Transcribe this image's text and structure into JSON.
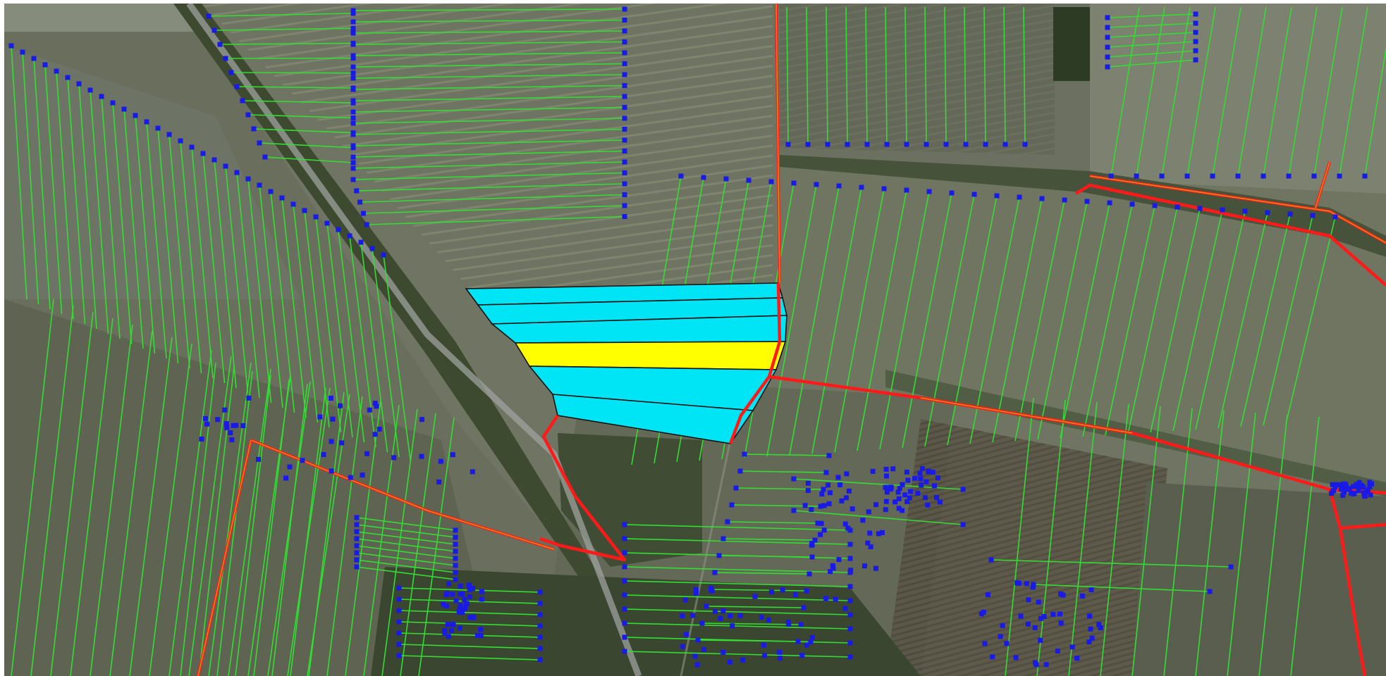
{
  "map": {
    "type": "cadastral-parcel-map",
    "basemap": "aerial-imagery",
    "colors": {
      "parcel_line": "#33dd33",
      "vertex": "#1a1ae6",
      "boundary": "#ff1a1a",
      "boundary_inner": "#d98c1a",
      "selected_parcel": "#00e5f5",
      "highlighted_parcel": "#ffff00",
      "field_light": "#7a7f6c",
      "field_dark": "#555a4a",
      "road": "#9a9c98",
      "trees": "#3e4a30"
    },
    "layers": [
      "imagery",
      "parcels",
      "vertices",
      "boundaries",
      "selection"
    ],
    "selection": {
      "selected_count": 6,
      "highlighted_count": 1
    }
  }
}
